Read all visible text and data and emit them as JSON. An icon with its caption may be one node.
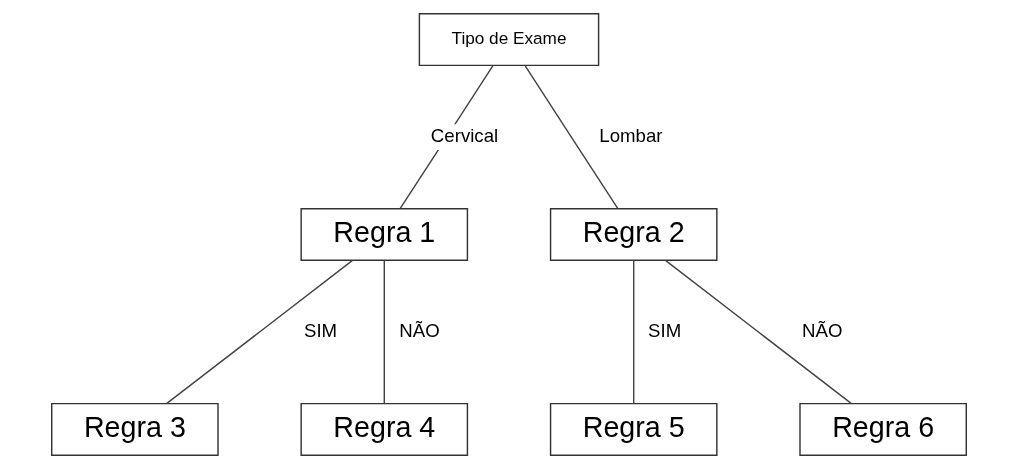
{
  "diagram": {
    "nodes": [
      {
        "text": [
          "Tipo de Exame"
        ]
      },
      {
        "text": [
          "Regra 1"
        ]
      },
      {
        "text": [
          "Regra 2"
        ]
      },
      {
        "text": [
          "Regra 3"
        ]
      },
      {
        "text": [
          "Regra 4"
        ]
      },
      {
        "text": [
          "Regra 5"
        ]
      },
      {
        "text": [
          "Regra 6"
        ]
      }
    ],
    "edges": [
      {
        "from": 0,
        "to": 1,
        "arrow": "none",
        "label": "Cervical"
      },
      {
        "from": 0,
        "to": 2,
        "arrow": "none",
        "label": "Lombar"
      },
      {
        "from": 1,
        "to": 3,
        "arrow": "none",
        "label": "SIM"
      },
      {
        "from": 1,
        "to": 4,
        "arrow": "none",
        "label": "NÃO"
      },
      {
        "from": 2,
        "to": 5,
        "arrow": "none",
        "label": "SIM"
      },
      {
        "from": 2,
        "to": 6,
        "arrow": "none",
        "label": "NÃO"
      }
    ]
  }
}
